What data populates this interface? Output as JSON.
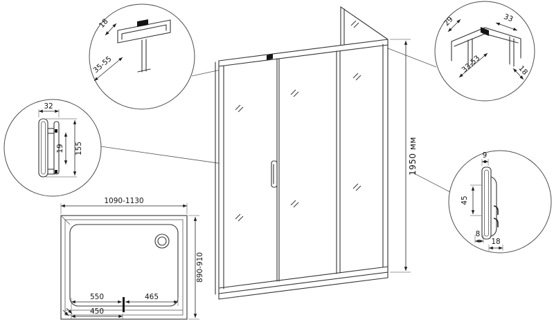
{
  "main_view": {
    "height_label": "1950 мм"
  },
  "detail_top_left": {
    "frame_depth": "18",
    "adjust_range": "35-55"
  },
  "detail_top_right": {
    "width_a": "29",
    "width_b": "33",
    "adjust_range": "33-53",
    "depth": "18"
  },
  "detail_handle": {
    "width": "32",
    "grip_offset": "19",
    "height": "155"
  },
  "detail_wall_profile": {
    "lip": "9",
    "height": "45",
    "inner": "8",
    "depth": "18"
  },
  "plan_view": {
    "width_range": "1090-1130",
    "depth_range": "890-910",
    "fixed_width": "550",
    "door_width": "465",
    "opening_width": "450"
  }
}
